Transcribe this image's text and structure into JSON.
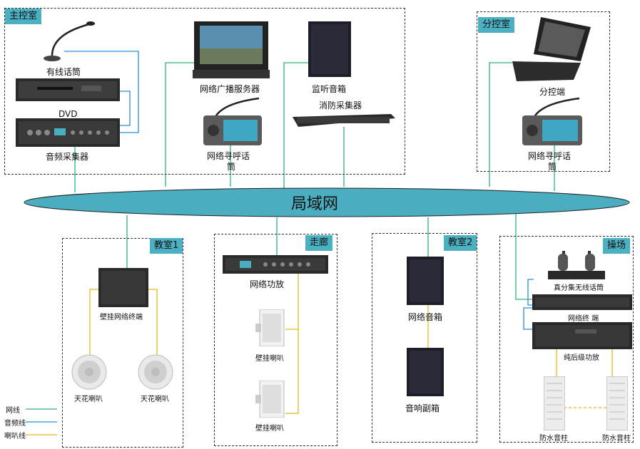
{
  "zones": {
    "main": "主控室",
    "branch": "分控室",
    "class1": "教室1",
    "corridor": "走廊",
    "class2": "教室2",
    "playground": "操场"
  },
  "lan": "局域网",
  "devices": {
    "wired_mic": "有线话筒",
    "dvd": "DVD",
    "audio_collector": "音频采集器",
    "broadcast_server": "网络广播服务器",
    "monitor_speaker": "监听音箱",
    "fire_collector": "消防采集器",
    "paging_mic_1": "网络寻呼话",
    "paging_mic_1b": "筒",
    "branch_terminal": "分控端",
    "paging_mic_2": "网络寻呼话",
    "paging_mic_2b": "筒",
    "wall_terminal": "壁挂网络终端",
    "ceiling_spk_1": "天花喇叭",
    "ceiling_spk_2": "天花喇叭",
    "net_amp": "网络功放",
    "wall_spk_1": "壁挂喇叭",
    "wall_spk_2": "壁挂喇叭",
    "net_speaker": "网络音箱",
    "subwoofer": "音响副箱",
    "wireless_mic": "真分集无线话筒",
    "net_terminal": "网络终 端",
    "pure_amp": "纯后级功放",
    "column_1": "防水音柱",
    "column_2": "防水音柱"
  },
  "legend": [
    {
      "label": "网线",
      "color": "#2db37a"
    },
    {
      "label": "音频线",
      "color": "#2b8fd6"
    },
    {
      "label": "喇叭线",
      "color": "#e8b820"
    }
  ],
  "colors": {
    "net": "#2db37a",
    "audio": "#2b8fd6",
    "speaker": "#e8b820",
    "lan_fill": "#4aaec0",
    "tag": "#4bb0c2"
  }
}
